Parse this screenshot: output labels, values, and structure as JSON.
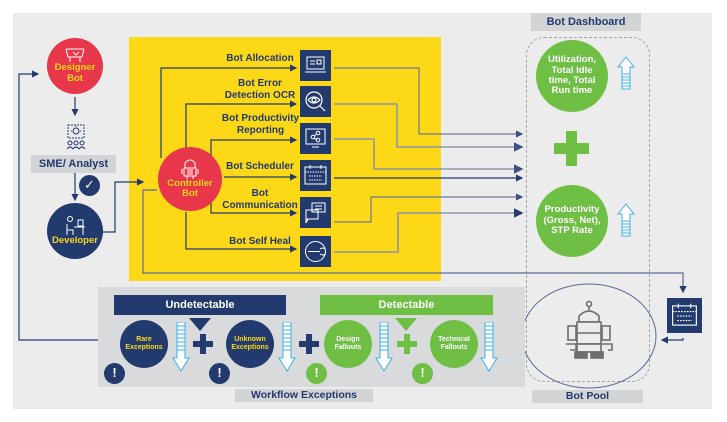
{
  "designer_bot": {
    "line1": "Designer",
    "line2": "Bot"
  },
  "sme_analyst": {
    "label": "SME/ Analyst"
  },
  "developer": {
    "label": "Developer"
  },
  "controller_bot": {
    "line1": "Controller",
    "line2": "Bot"
  },
  "functions": [
    {
      "label": "Bot Allocation",
      "icon": "laptop-icon"
    },
    {
      "label": "Bot Error\nDetection OCR",
      "icon": "eye-magnifier-icon"
    },
    {
      "label": "Bot Productivity\nReporting",
      "icon": "share-monitor-icon"
    },
    {
      "label": "Bot Scheduler",
      "icon": "calendar-icon"
    },
    {
      "label": "Bot\nCommunication",
      "icon": "chat-bubbles-icon"
    },
    {
      "label": "Bot Self Heal",
      "icon": "wrench-icon"
    }
  ],
  "dashboard": {
    "title": "Bot Dashboard",
    "metric1": "Utilization,\nTotal Idle\ntime, Total\nRun time",
    "metric2": "Productivity\n(Gross, Net),\nSTP Rate"
  },
  "bot_pool": {
    "label": "Bot Pool"
  },
  "workflow": {
    "title": "Workflow Exceptions",
    "undetectable": "Undetectable",
    "detectable": "Detectable",
    "items": [
      {
        "label": "Rare\nExceptions",
        "group": "undetectable"
      },
      {
        "label": "Unknown\nExceptions",
        "group": "undetectable"
      },
      {
        "label": "Design\nFallouts",
        "group": "detectable"
      },
      {
        "label": "Technical\nFallouts",
        "group": "detectable"
      }
    ]
  },
  "colors": {
    "yellow": "#fcd817",
    "red": "#e8364a",
    "navy": "#233a6e",
    "green": "#70bf45",
    "light_blue": "#3fb0e8",
    "grey_panel": "#d9dadc"
  }
}
